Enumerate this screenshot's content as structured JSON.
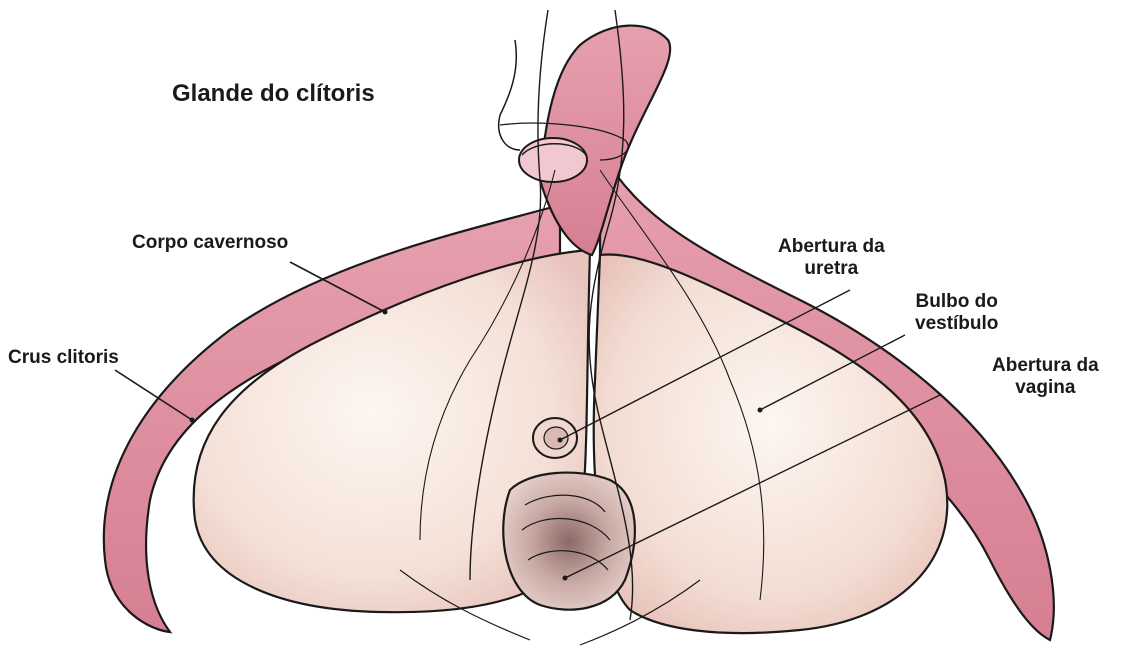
{
  "labels": {
    "glande": "Glande do clítoris",
    "corpo": "Corpo cavernoso",
    "crus": "Crus clitoris",
    "abertura_uretra_1": "Abertura da",
    "abertura_uretra_2": "uretra",
    "bulbo_1": "Bulbo do",
    "bulbo_2": "vestíbulo",
    "abertura_vagina_1": "Abertura da",
    "abertura_vagina_2": "vagina"
  },
  "colors": {
    "erectile_pink": "#de8a9a",
    "bulb_cream": "#f5e6dc",
    "outline": "#1a1a1a"
  }
}
